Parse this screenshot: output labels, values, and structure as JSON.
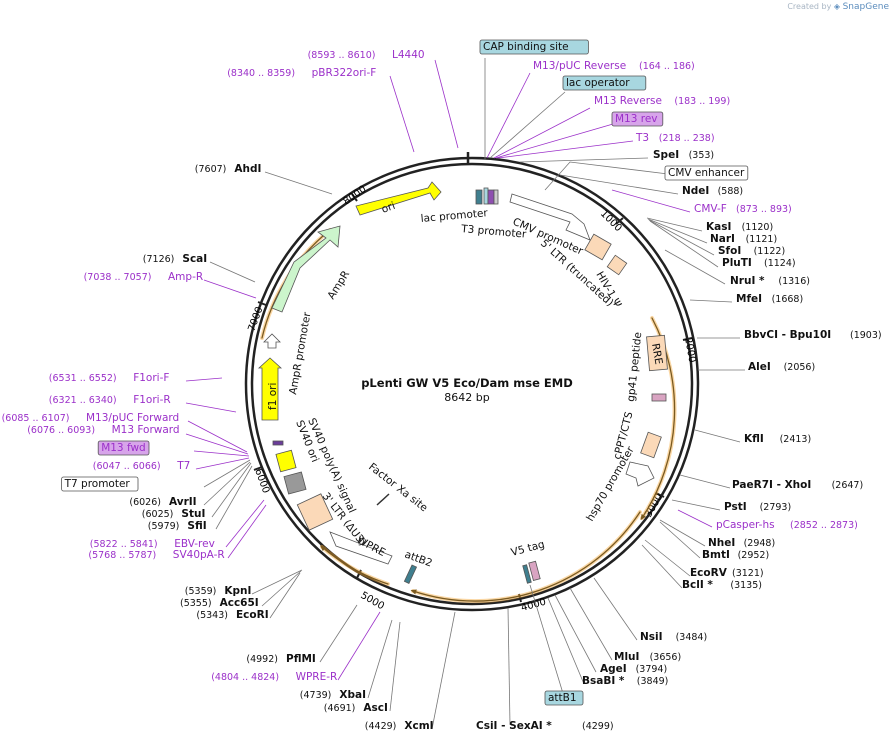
{
  "watermark": {
    "created_by": "Created by",
    "brand": "SnapGene"
  },
  "colors": {
    "primer": "#9b30c9",
    "site": "#111111",
    "feature_box": "#a8d7e0",
    "primer_box": "#d7a4ea",
    "orange": "#f4a636",
    "ori": "#ffff00",
    "ampr": "#ccf5cc",
    "ltr": "#fbd9b8"
  },
  "plasmid": {
    "name": "pLenti GW V5 Eco/Dam mse EMD",
    "length_label": "8642 bp",
    "total_bp": 8642
  },
  "ticks": [
    {
      "bp": 1000,
      "label": "1000"
    },
    {
      "bp": 2000,
      "label": "2000"
    },
    {
      "bp": 3000,
      "label": "3000"
    },
    {
      "bp": 4000,
      "label": "4000"
    },
    {
      "bp": 5000,
      "label": "5000"
    },
    {
      "bp": 6000,
      "label": "6000"
    },
    {
      "bp": 7000,
      "label": "7000"
    },
    {
      "bp": 8000,
      "label": "8000"
    }
  ],
  "labels_right": [
    {
      "name": "CAP binding site",
      "kind": "feature",
      "pos": ""
    },
    {
      "name": "M13/pUC Reverse",
      "kind": "primer",
      "pos": "(164 .. 186)"
    },
    {
      "name": "lac operator",
      "kind": "feature",
      "pos": ""
    },
    {
      "name": "M13 Reverse",
      "kind": "primer",
      "pos": "(183 .. 199)"
    },
    {
      "name": "M13 rev",
      "kind": "primerbox",
      "pos": ""
    },
    {
      "name": "T3",
      "kind": "primer",
      "pos": "(218 .. 238)"
    },
    {
      "name": "SpeI",
      "kind": "site",
      "pos": "(353)"
    },
    {
      "name": "CMV enhancer",
      "kind": "featurewhite",
      "pos": ""
    },
    {
      "name": "NdeI",
      "kind": "site",
      "pos": "(588)"
    },
    {
      "name": "CMV-F",
      "kind": "primer",
      "pos": "(873 .. 893)"
    },
    {
      "name": "KasI",
      "kind": "site",
      "pos": "(1120)"
    },
    {
      "name": "NarI",
      "kind": "site",
      "pos": "(1121)"
    },
    {
      "name": "SfoI",
      "kind": "site",
      "pos": "(1122)"
    },
    {
      "name": "PluTI",
      "kind": "site",
      "pos": "(1124)"
    },
    {
      "name": "NruI *",
      "kind": "site",
      "pos": "(1316)"
    },
    {
      "name": "MfeI",
      "kind": "site",
      "pos": "(1668)"
    },
    {
      "name": "BbvCI  - Bpu10I",
      "kind": "site",
      "pos": "(1903)"
    },
    {
      "name": "AleI",
      "kind": "site",
      "pos": "(2056)"
    },
    {
      "name": "KflI",
      "kind": "site",
      "pos": "(2413)"
    },
    {
      "name": "PaeR7I  - XhoI",
      "kind": "site",
      "pos": "(2647)"
    },
    {
      "name": "PstI",
      "kind": "site",
      "pos": "(2793)"
    },
    {
      "name": "pCasper-hs",
      "kind": "primer",
      "pos": "(2852 .. 2873)"
    },
    {
      "name": "NheI",
      "kind": "site",
      "pos": "(2948)"
    },
    {
      "name": "BmtI",
      "kind": "site",
      "pos": "(2952)"
    },
    {
      "name": "EcoRV",
      "kind": "site",
      "pos": "(3121)"
    },
    {
      "name": "BclI *",
      "kind": "site",
      "pos": "(3135)"
    },
    {
      "name": "NsiI",
      "kind": "site",
      "pos": "(3484)"
    },
    {
      "name": "MluI",
      "kind": "site",
      "pos": "(3656)"
    },
    {
      "name": "AgeI",
      "kind": "site",
      "pos": "(3794)"
    },
    {
      "name": "BsaBI *",
      "kind": "site",
      "pos": "(3849)"
    },
    {
      "name": "attB1",
      "kind": "feature",
      "pos": ""
    },
    {
      "name": "CsiI  - SexAI *",
      "kind": "site",
      "pos": "(4299)"
    }
  ],
  "labels_left": [
    {
      "name": "L4440",
      "kind": "primer",
      "pos": "(8593 .. 8610)"
    },
    {
      "name": "pBR322ori-F",
      "kind": "primer",
      "pos": "(8340 .. 8359)"
    },
    {
      "name": "AhdI",
      "kind": "site",
      "pos": "(7607)"
    },
    {
      "name": "ScaI",
      "kind": "site",
      "pos": "(7126)"
    },
    {
      "name": "Amp-R",
      "kind": "primer",
      "pos": "(7038 .. 7057)"
    },
    {
      "name": "F1ori-F",
      "kind": "primer",
      "pos": "(6531 .. 6552)"
    },
    {
      "name": "F1ori-R",
      "kind": "primer",
      "pos": "(6321 .. 6340)"
    },
    {
      "name": "M13/pUC Forward",
      "kind": "primer",
      "pos": "(6085 .. 6107)"
    },
    {
      "name": "M13 Forward",
      "kind": "primer",
      "pos": "(6076 .. 6093)"
    },
    {
      "name": "M13 fwd",
      "kind": "primerbox",
      "pos": ""
    },
    {
      "name": "T7",
      "kind": "primer",
      "pos": "(6047 .. 6066)"
    },
    {
      "name": "T7 promoter",
      "kind": "featurewhite",
      "pos": ""
    },
    {
      "name": "AvrII",
      "kind": "site",
      "pos": "(6026)"
    },
    {
      "name": "StuI",
      "kind": "site",
      "pos": "(6025)"
    },
    {
      "name": "SfiI",
      "kind": "site",
      "pos": "(5979)"
    },
    {
      "name": "EBV-rev",
      "kind": "primer",
      "pos": "(5822 .. 5841)"
    },
    {
      "name": "SV40pA-R",
      "kind": "primer",
      "pos": "(5768 .. 5787)"
    },
    {
      "name": "KpnI",
      "kind": "site",
      "pos": "(5359)"
    },
    {
      "name": "Acc65I",
      "kind": "site",
      "pos": "(5355)"
    },
    {
      "name": "EcoRI",
      "kind": "site",
      "pos": "(5343)"
    },
    {
      "name": "PflMI",
      "kind": "site",
      "pos": "(4992)"
    },
    {
      "name": "WPRE-R",
      "kind": "primer",
      "pos": "(4804 .. 4824)"
    },
    {
      "name": "XbaI",
      "kind": "site",
      "pos": "(4739)"
    },
    {
      "name": "AscI",
      "kind": "site",
      "pos": "(4691)"
    },
    {
      "name": "XcmI",
      "kind": "site",
      "pos": "(4429)"
    }
  ],
  "inner_labels": [
    {
      "text": "ori"
    },
    {
      "text": "AmpR"
    },
    {
      "text": "AmpR promoter"
    },
    {
      "text": "f1 ori"
    },
    {
      "text": "lac promoter"
    },
    {
      "text": "T3 promoter"
    },
    {
      "text": "CMV promoter"
    },
    {
      "text": "5' LTR (truncated)"
    },
    {
      "text": "HIV-1 Ψ"
    },
    {
      "text": "RRE"
    },
    {
      "text": "gp41 peptide"
    },
    {
      "text": "cPPT/CTS"
    },
    {
      "text": "hsp70 promoter"
    },
    {
      "text": "V5 tag"
    },
    {
      "text": "attB2"
    },
    {
      "text": "WPRE"
    },
    {
      "text": "3' LTR (ΔU3)"
    },
    {
      "text": "SV40 poly(A) signal"
    },
    {
      "text": "SV40 ori"
    },
    {
      "text": "Factor Xa site"
    }
  ]
}
